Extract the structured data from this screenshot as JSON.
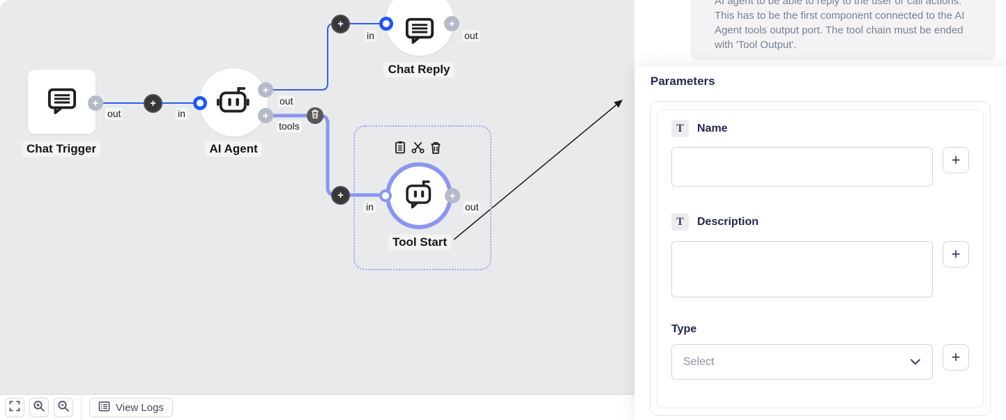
{
  "glyphs": {
    "plus": "+",
    "t": "T"
  },
  "canvas": {
    "nodes": {
      "chat_trigger": {
        "label": "Chat Trigger",
        "out": "out"
      },
      "ai_agent": {
        "label": "AI Agent",
        "in": "in",
        "out": "out",
        "tools": "tools"
      },
      "chat_reply": {
        "label": "Chat Reply",
        "in": "in",
        "out": "out"
      },
      "tool_start": {
        "label": "Tool Start",
        "in": "in",
        "out": "out"
      }
    },
    "toolbar": {
      "view_logs": "View Logs"
    }
  },
  "tooltip": {
    "text": "AI agent to be able to reply to the user or call actions. This has to be the first component connected to the AI Agent tools output port. The tool chain must be ended with 'Tool Output'."
  },
  "panel": {
    "title": "Parameters",
    "fields": [
      {
        "label": "Name"
      },
      {
        "label": "Description"
      },
      {
        "label": "Type",
        "placeholder": "Select"
      }
    ]
  },
  "colors": {
    "canvas_bg": "#e9eaec",
    "edge_blue": "#2e5fee",
    "edge_periwinkle": "#8b96ee",
    "selection_dashed": "#9aa4f1",
    "panel_text": "#262b49",
    "muted_text": "#7b8192"
  }
}
